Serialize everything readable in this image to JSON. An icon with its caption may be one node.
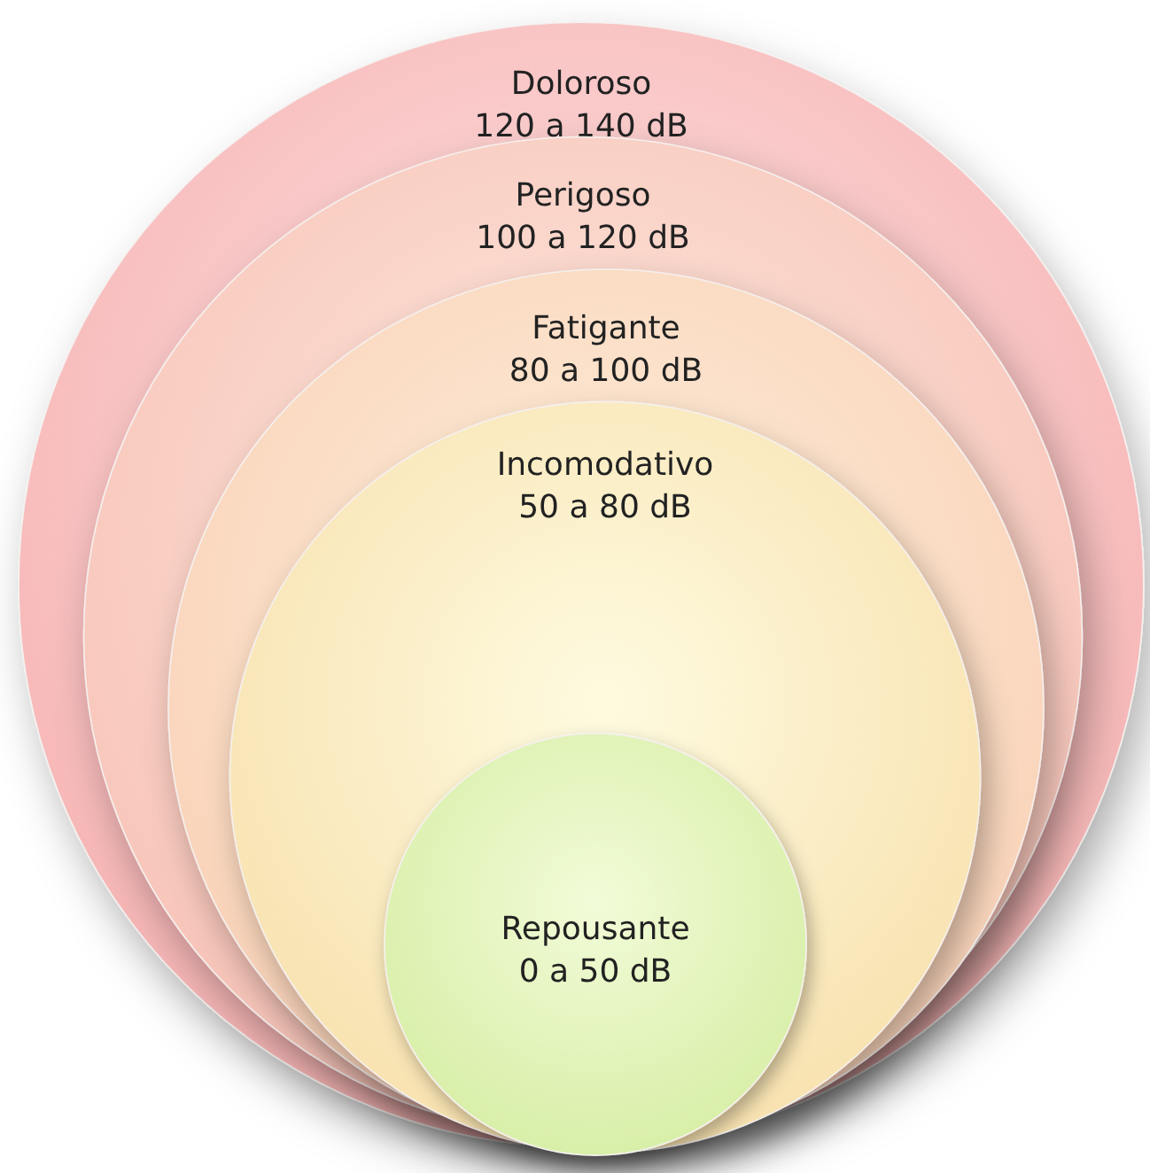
{
  "diagram": {
    "nodes": [
      {
        "text": [
          "Doloroso",
          "120 a 140 dB"
        ]
      },
      {
        "text": [
          "Perigoso",
          "100 a 120 dB"
        ],
        "in": 0
      },
      {
        "text": [
          "Fatigante",
          "80 a 100 dB"
        ],
        "in": 1
      },
      {
        "text": [
          "Incomodativo",
          "50 a 80 dB"
        ],
        "in": 2
      },
      {
        "text": [
          "Repousante",
          "0 a 50 dB"
        ],
        "in": 3
      }
    ]
  }
}
